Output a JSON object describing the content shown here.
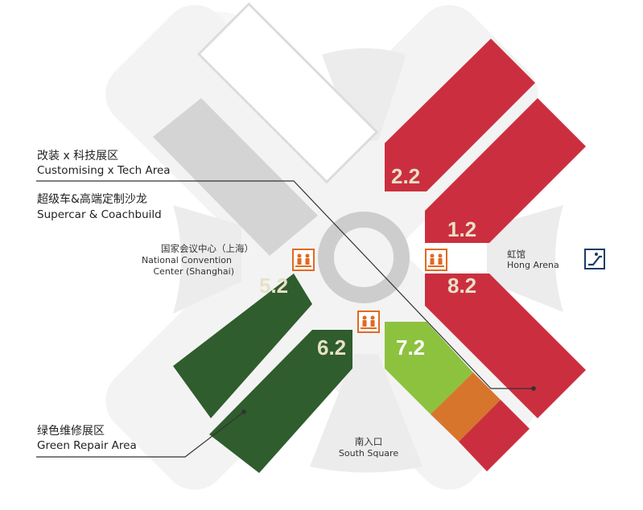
{
  "halls": {
    "h22": {
      "label": "2.2",
      "color": "#cb2f3f"
    },
    "h12": {
      "label": "1.2",
      "color": "#cb2f3f"
    },
    "h82": {
      "label": "8.2",
      "color": "#cb2f3f"
    },
    "h52": {
      "label": "5.2",
      "color": "#2f5d2d"
    },
    "h62": {
      "label": "6.2",
      "color": "#2f5d2d"
    },
    "h72": {
      "label": "7.2",
      "color": "#8dc23e"
    }
  },
  "colors": {
    "red": "#cb2f3f",
    "dark_green": "#2f5d2d",
    "light_green": "#8dc23e",
    "orange": "#d8752c",
    "grey_hall": "#d4d4d4",
    "outline": "#eaeaea",
    "ring": "#cdcdcd",
    "elevator": "#e06a22"
  },
  "annotations": {
    "customising": {
      "cn": "改装 x 科技展区",
      "en": "Customising x Tech Area"
    },
    "supercar": {
      "cn": "超级车&高端定制沙龙",
      "en": "Supercar & Coachbuild"
    },
    "green_repair": {
      "cn": "绿色维修展区",
      "en": "Green Repair Area"
    }
  },
  "places": {
    "ncc": {
      "cn": "国家会议中心（上海）",
      "en_line1": "National Convention",
      "en_line2": "Center (Shanghai)"
    },
    "hong": {
      "cn": "虹馆",
      "en": "Hong Arena"
    },
    "south": {
      "cn": "南入口",
      "en": "South Square"
    }
  },
  "icons": [
    "elevator-icon",
    "elevator-icon",
    "elevator-icon",
    "escalator-icon"
  ]
}
